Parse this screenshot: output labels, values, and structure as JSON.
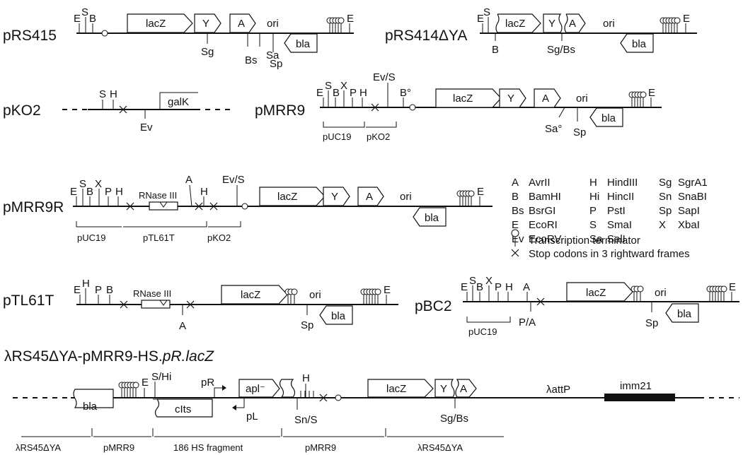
{
  "plasmids": {
    "pRS415": {
      "name": "pRS415",
      "sites_top": [
        "E",
        "S",
        "B"
      ],
      "genes": [
        "lacZ",
        "Y",
        "A",
        "bla"
      ],
      "ori": "ori",
      "sites_bottom": [
        "Sg",
        "Bs",
        "Sa",
        "Sp"
      ],
      "end": "E"
    },
    "pRS414YA": {
      "name": "pRS414ΔYA",
      "sites_top": [
        "E",
        "S"
      ],
      "genes": [
        "lacZ",
        "Y",
        "A",
        "bla"
      ],
      "ori": "ori",
      "site_B": "B",
      "site_sgbs": "Sg/Bs",
      "end": "E"
    },
    "pKO2": {
      "name": "pKO2",
      "sites": [
        "S",
        "H"
      ],
      "gene": "galK",
      "ev": "Ev"
    },
    "pMRR9": {
      "name": "pMRR9",
      "sites_top": [
        "E",
        "S",
        "B",
        "X",
        "P",
        "H",
        "Ev/S",
        "B°"
      ],
      "genes": [
        "lacZ",
        "Y",
        "A",
        "bla"
      ],
      "ori": "ori",
      "sites_bottom": [
        "Sa°",
        "Sp"
      ],
      "end": "E",
      "brackets": [
        "pUC19",
        "pKO2"
      ]
    },
    "pMRR9R": {
      "name": "pMRR9R",
      "sites_top": [
        "E",
        "S",
        "B",
        "X",
        "P",
        "H",
        "A",
        "H",
        "Ev/S"
      ],
      "rnase": "RNase III",
      "genes": [
        "lacZ",
        "Y",
        "A",
        "bla"
      ],
      "ori": "ori",
      "end": "E",
      "brackets": [
        "pUC19",
        "pTL61T",
        "pKO2"
      ]
    },
    "pTL61T": {
      "name": "pTL61T",
      "sites_top": [
        "E",
        "H",
        "P",
        "B"
      ],
      "rnase": "RNase III",
      "site_a": "A",
      "gene": "lacZ",
      "gene2": "bla",
      "ori": "ori",
      "sp": "Sp",
      "end": "E"
    },
    "pBC2": {
      "name": "pBC2",
      "sites_top": [
        "E",
        "S",
        "B",
        "X",
        "P",
        "H",
        "A"
      ],
      "pa": "P/A",
      "gene": "lacZ",
      "gene2": "bla",
      "ori": "ori",
      "sp": "Sp",
      "end": "E",
      "bracket": "pUC19"
    }
  },
  "legend": {
    "col1": [
      [
        "A",
        "AvrII"
      ],
      [
        "B",
        "BamHI"
      ],
      [
        "Bs",
        "BsrGI"
      ],
      [
        "E",
        "EcoRI"
      ],
      [
        "Ev",
        "EcoRV"
      ]
    ],
    "col2": [
      [
        "H",
        "HindIII"
      ],
      [
        "Hi",
        "HincII"
      ],
      [
        "P",
        "PstI"
      ],
      [
        "S",
        "SmaI"
      ],
      [
        "Sa",
        "SalI"
      ]
    ],
    "col3": [
      [
        "Sg",
        "SgrA1"
      ],
      [
        "Sn",
        "SnaBI"
      ],
      [
        "Sp",
        "SapI"
      ],
      [
        "X",
        "XbaI"
      ]
    ],
    "terminator": "Transcription terminator",
    "stop": "Stop codons in 3 rightward frames"
  },
  "lambda": {
    "title_prefix": "λRS45ΔYA-pMRR9-HS.",
    "title_italic": "pR.lacZ",
    "bla": "bla",
    "E": "E",
    "SHi": "S/Hi",
    "pR": "pR",
    "cIts": "cIts",
    "pL": "pL",
    "apl": "apl⁻",
    "H": "H",
    "SnS": "Sn/S",
    "lacZ": "lacZ",
    "Y": "Y",
    "A": "A",
    "SgBs": "Sg/Bs",
    "attP": "λattP",
    "imm21": "imm21",
    "segments": [
      "λRS45ΔYA",
      "pMRR9",
      "186 HS fragment",
      "pMRR9",
      "λRS45ΔYA"
    ]
  }
}
